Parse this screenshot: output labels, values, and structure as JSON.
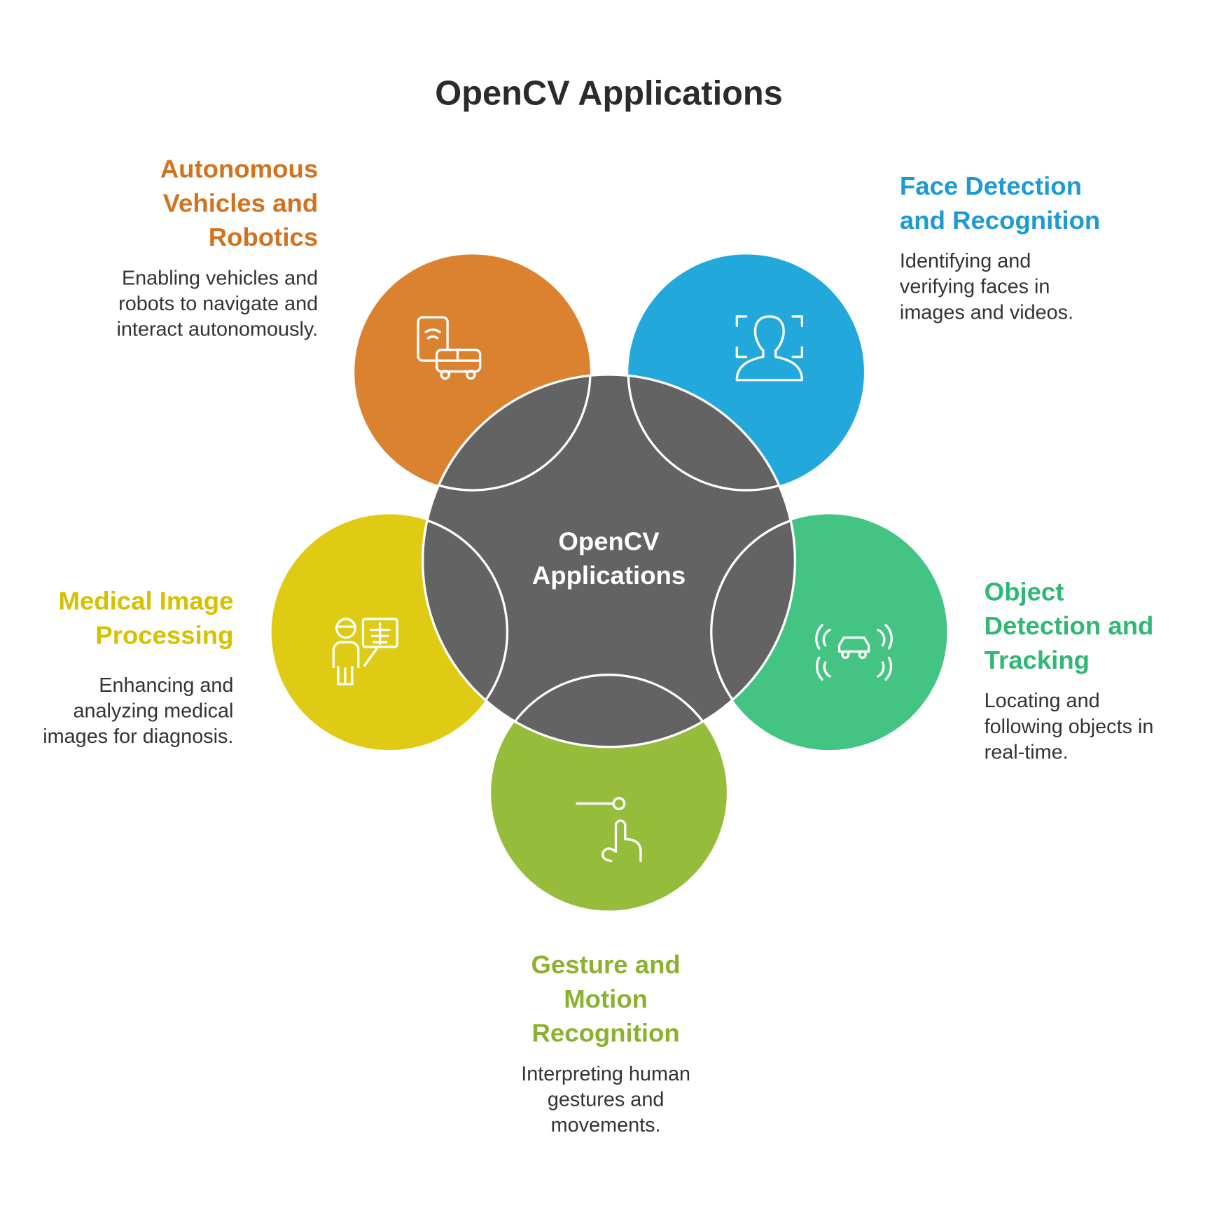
{
  "title": "OpenCV Applications",
  "center": {
    "label": "OpenCV Applications",
    "color": "#636363"
  },
  "items": [
    {
      "heading": "Autonomous Vehicles and Robotics",
      "description": "Enabling vehicles and robots to navigate and interact autonomously.",
      "color": "#DB8230",
      "text_color": "#D2721E",
      "icon": "vehicle-robot-icon"
    },
    {
      "heading": "Face Detection and Recognition",
      "description": "Identifying and verifying faces in images and videos.",
      "color": "#22A8DA",
      "text_color": "#1C9AD6",
      "icon": "face-scan-icon"
    },
    {
      "heading": "Medical Image Processing",
      "description": "Enhancing and analyzing medical images for diagnosis.",
      "color": "#DFCB14",
      "text_color": "#D6C000",
      "icon": "doctor-xray-icon"
    },
    {
      "heading": "Object Detection and Tracking",
      "description": "Locating and following objects in real-time.",
      "color": "#43C482",
      "text_color": "#2FB874",
      "icon": "car-sensor-icon"
    },
    {
      "heading": "Gesture and Motion Recognition",
      "description": "Interpreting human gestures and movements.",
      "color": "#96BC3C",
      "text_color": "#8AB22E",
      "icon": "hand-swipe-icon"
    }
  ]
}
